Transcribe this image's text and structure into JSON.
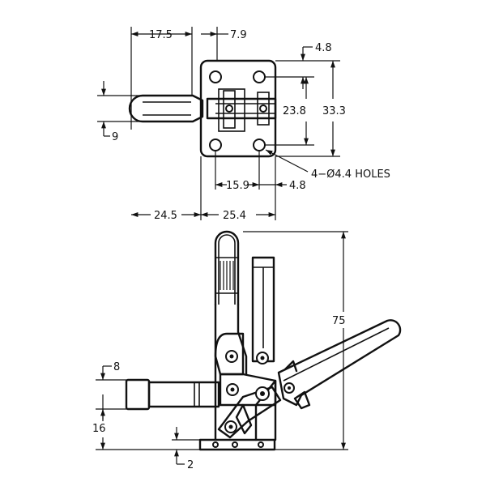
{
  "dimensions": {
    "top_width_left": "17.5",
    "top_width_right": "7.9",
    "hole_offset_top": "4.8",
    "hole_spacing_vertical": "23.8",
    "plate_height": "33.3",
    "spindle_height": "9",
    "hole_spacing_horizontal": "15.9",
    "hole_offset_side": "4.8",
    "holes_callout": "4−Ø4.4 HOLES",
    "reach_left": "24.5",
    "base_width": "25.4",
    "overall_height": "75",
    "spindle_diameter": "8",
    "spindle_center_height": "16",
    "base_thickness": "2"
  }
}
